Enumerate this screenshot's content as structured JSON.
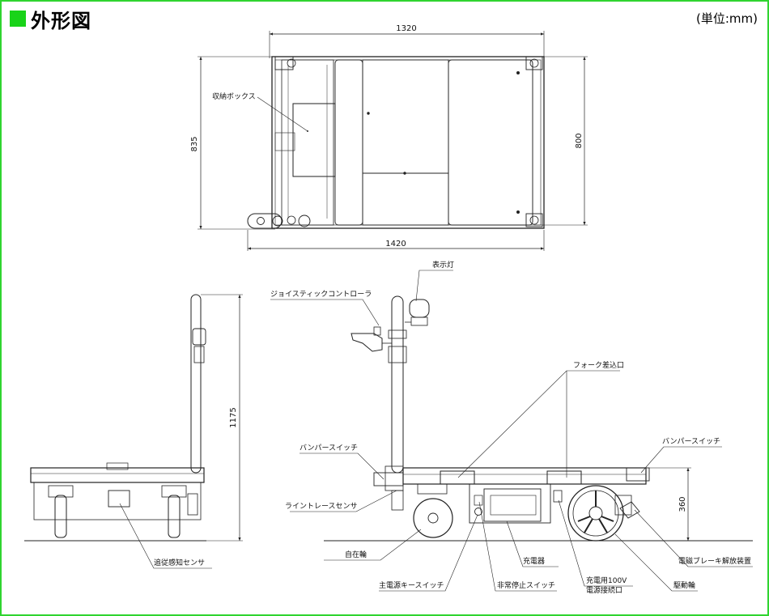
{
  "title": "外形図",
  "unit": "(単位:mm)",
  "colors": {
    "frame": "#2fd42f",
    "title_marker": "#19d319",
    "line": "#222222"
  },
  "dimensions": {
    "top_width_deck": "1320",
    "top_width_total": "1420",
    "top_depth_total": "835",
    "top_depth_deck": "800",
    "height_total": "1175",
    "height_deck": "360"
  },
  "labels": {
    "storage_box": "収納ボックス",
    "indicator_lamp": "表示灯",
    "joystick": "ジョイスティックコントローラ",
    "fork_slot": "フォーク差込口",
    "bumper_switch_left": "バンパースイッチ",
    "bumper_switch_right": "バンパースイッチ",
    "line_trace_sensor": "ライントレースセンサ",
    "follow_sensor": "追従感知センサ",
    "caster": "自在輪",
    "main_key_switch": "主電源キースイッチ",
    "emergency_stop": "非常停止スイッチ",
    "charger": "充電器",
    "charge_port_line1": "充電用100V",
    "charge_port_line2": "電源接続口",
    "brake_release": "電磁ブレーキ解放装置",
    "drive_wheel": "駆動輪"
  }
}
